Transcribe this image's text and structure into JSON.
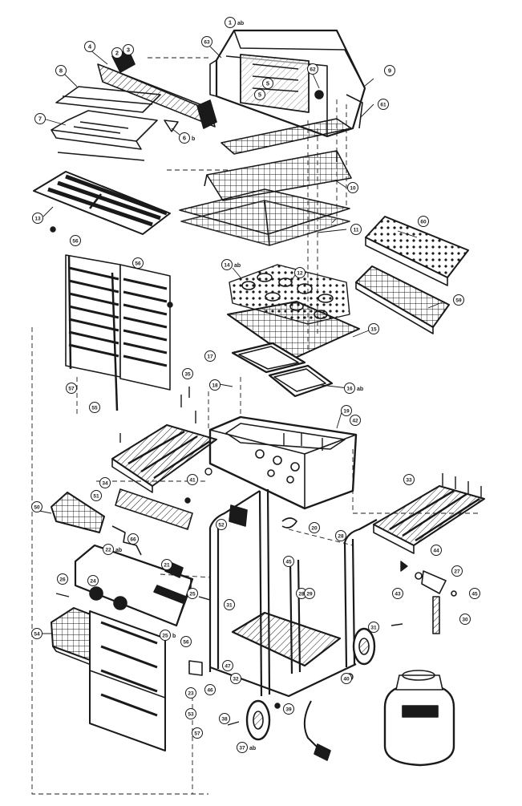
{
  "diagram": {
    "type": "exploded-parts-view",
    "ink_color": "#1a1a1a",
    "background_color": "#ffffff",
    "callouts": [
      {
        "id": "c1",
        "label": "1",
        "suffix": "ab"
      },
      {
        "id": "c2",
        "label": "2",
        "suffix": ""
      },
      {
        "id": "c3",
        "label": "3",
        "suffix": ""
      },
      {
        "id": "c4",
        "label": "4",
        "suffix": ""
      },
      {
        "id": "c5a",
        "label": "5",
        "suffix": ""
      },
      {
        "id": "c5b",
        "label": "5",
        "suffix": ""
      },
      {
        "id": "c6",
        "label": "6",
        "suffix": "b"
      },
      {
        "id": "c7",
        "label": "7",
        "suffix": ""
      },
      {
        "id": "c8",
        "label": "8",
        "suffix": ""
      },
      {
        "id": "c9",
        "label": "9",
        "suffix": ""
      },
      {
        "id": "c10",
        "label": "10",
        "suffix": ""
      },
      {
        "id": "c11",
        "label": "11",
        "suffix": ""
      },
      {
        "id": "c12",
        "label": "12",
        "suffix": ""
      },
      {
        "id": "c13",
        "label": "13",
        "suffix": ""
      },
      {
        "id": "c14",
        "label": "14",
        "suffix": "ab"
      },
      {
        "id": "c15",
        "label": "15",
        "suffix": ""
      },
      {
        "id": "c16",
        "label": "16",
        "suffix": "ab"
      },
      {
        "id": "c17",
        "label": "17",
        "suffix": ""
      },
      {
        "id": "c18",
        "label": "18",
        "suffix": ""
      },
      {
        "id": "c19",
        "label": "19",
        "suffix": ""
      },
      {
        "id": "c20",
        "label": "20",
        "suffix": ""
      },
      {
        "id": "c21",
        "label": "21",
        "suffix": ""
      },
      {
        "id": "c22",
        "label": "22",
        "suffix": "ab"
      },
      {
        "id": "c23",
        "label": "23",
        "suffix": ""
      },
      {
        "id": "c24",
        "label": "24",
        "suffix": ""
      },
      {
        "id": "c25a",
        "label": "25",
        "suffix": ""
      },
      {
        "id": "c25b",
        "label": "25",
        "suffix": "b"
      },
      {
        "id": "c26",
        "label": "26",
        "suffix": ""
      },
      {
        "id": "c27",
        "label": "27",
        "suffix": ""
      },
      {
        "id": "c28a",
        "label": "28",
        "suffix": ""
      },
      {
        "id": "c28b",
        "label": "28",
        "suffix": ""
      },
      {
        "id": "c29",
        "label": "29",
        "suffix": ""
      },
      {
        "id": "c30",
        "label": "30",
        "suffix": ""
      },
      {
        "id": "c31a",
        "label": "31",
        "suffix": ""
      },
      {
        "id": "c31b",
        "label": "31",
        "suffix": ""
      },
      {
        "id": "c32",
        "label": "32",
        "suffix": ""
      },
      {
        "id": "c33",
        "label": "33",
        "suffix": ""
      },
      {
        "id": "c34",
        "label": "34",
        "suffix": ""
      },
      {
        "id": "c35",
        "label": "35",
        "suffix": ""
      },
      {
        "id": "c37",
        "label": "37",
        "suffix": "ab"
      },
      {
        "id": "c38",
        "label": "38",
        "suffix": ""
      },
      {
        "id": "c39",
        "label": "39",
        "suffix": ""
      },
      {
        "id": "c40",
        "label": "40",
        "suffix": ""
      },
      {
        "id": "c41",
        "label": "41",
        "suffix": ""
      },
      {
        "id": "c42",
        "label": "42",
        "suffix": ""
      },
      {
        "id": "c43",
        "label": "43",
        "suffix": ""
      },
      {
        "id": "c44",
        "label": "44",
        "suffix": ""
      },
      {
        "id": "c45a",
        "label": "45",
        "suffix": ""
      },
      {
        "id": "c45b",
        "label": "45",
        "suffix": ""
      },
      {
        "id": "c46",
        "label": "46",
        "suffix": ""
      },
      {
        "id": "c47",
        "label": "47",
        "suffix": ""
      },
      {
        "id": "c50",
        "label": "50",
        "suffix": ""
      },
      {
        "id": "c51",
        "label": "51",
        "suffix": ""
      },
      {
        "id": "c52",
        "label": "52",
        "suffix": ""
      },
      {
        "id": "c53",
        "label": "53",
        "suffix": ""
      },
      {
        "id": "c54",
        "label": "54",
        "suffix": ""
      },
      {
        "id": "c55",
        "label": "55",
        "suffix": ""
      },
      {
        "id": "c56a",
        "label": "56",
        "suffix": ""
      },
      {
        "id": "c56b",
        "label": "56",
        "suffix": ""
      },
      {
        "id": "c56c",
        "label": "56",
        "suffix": ""
      },
      {
        "id": "c57a",
        "label": "57",
        "suffix": ""
      },
      {
        "id": "c57b",
        "label": "57",
        "suffix": ""
      },
      {
        "id": "c59",
        "label": "59",
        "suffix": ""
      },
      {
        "id": "c60",
        "label": "60",
        "suffix": ""
      },
      {
        "id": "c61",
        "label": "61",
        "suffix": ""
      },
      {
        "id": "c62",
        "label": "62",
        "suffix": ""
      },
      {
        "id": "c63",
        "label": "63",
        "suffix": ""
      },
      {
        "id": "c66",
        "label": "66",
        "suffix": ""
      }
    ]
  }
}
